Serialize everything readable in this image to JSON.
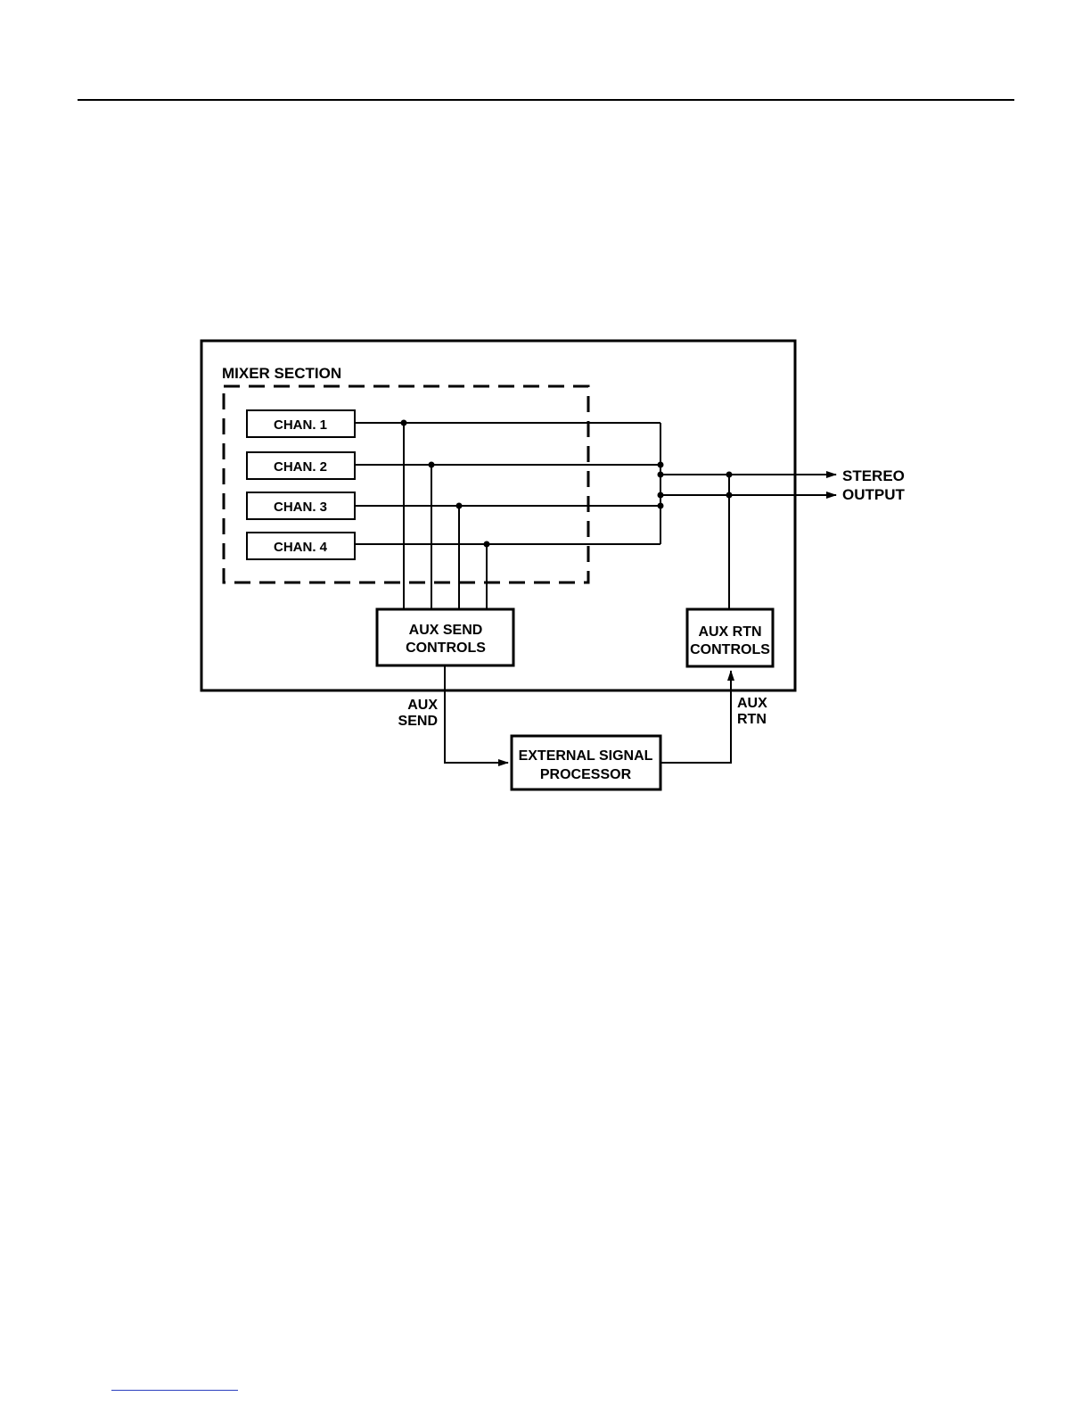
{
  "diagram": {
    "mixer_section_label": "MIXER SECTION",
    "channels": [
      "CHAN. 1",
      "CHAN. 2",
      "CHAN. 3",
      "CHAN. 4"
    ],
    "aux_send_controls": [
      "AUX SEND",
      "CONTROLS"
    ],
    "aux_rtn_controls": [
      "AUX RTN",
      "CONTROLS"
    ],
    "external_processor": [
      "EXTERNAL SIGNAL",
      "PROCESSOR"
    ],
    "aux_send_label": [
      "AUX",
      "SEND"
    ],
    "aux_rtn_label": [
      "AUX",
      "RTN"
    ],
    "stereo_output_label": [
      "STEREO",
      "OUTPUT"
    ]
  }
}
